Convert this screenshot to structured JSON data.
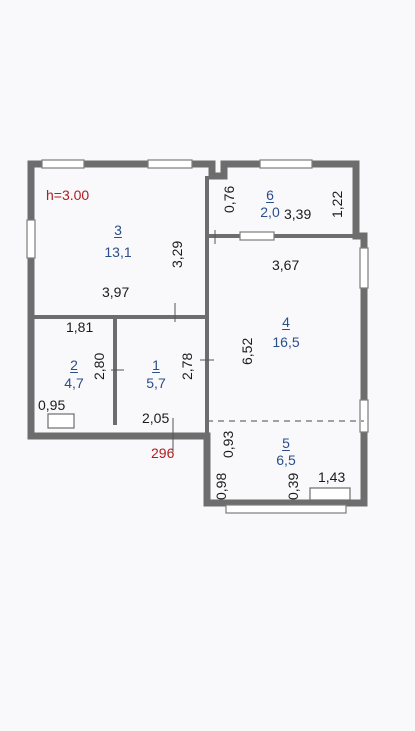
{
  "plan": {
    "ceiling_height": "h=3.00",
    "total_label": "296",
    "colors": {
      "wall": "#6d6d6d",
      "text": "#1b1b1b",
      "room_number": "#2a4e8a",
      "highlight": "#b01d1d"
    },
    "rooms": [
      {
        "number": "1",
        "area": "5,7"
      },
      {
        "number": "2",
        "area": "4,7"
      },
      {
        "number": "3",
        "area": "13,1"
      },
      {
        "number": "4",
        "area": "16,5"
      },
      {
        "number": "5",
        "area": "6,5"
      },
      {
        "number": "6",
        "area": "2,0"
      }
    ],
    "dimensions": {
      "r3_height": "3,29",
      "r3_width": "3,97",
      "r2_width": "1,81",
      "r2_height": "2,80",
      "r1_height": "2,78",
      "r1_width": "2,05",
      "entrance": "0,95",
      "r6_left": "0,76",
      "r6_width": "3,39",
      "r6_right": "1,22",
      "r4_width": "3,67",
      "r4_height": "6,52",
      "r5_top": "0,93",
      "r5_left": "0,98",
      "r5_window": "0,39",
      "r5_width": "1,43"
    }
  }
}
